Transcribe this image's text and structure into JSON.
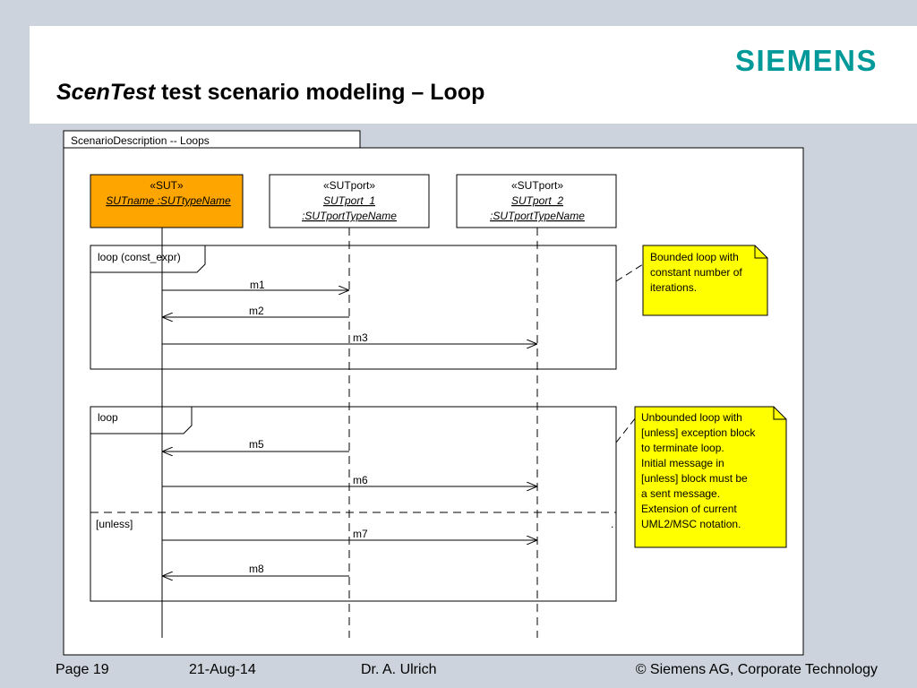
{
  "slide": {
    "title_italic": "ScenTest",
    "title_rest": " test scenario modeling – Loop",
    "logo": "SIEMENS"
  },
  "diagram": {
    "frame_label": "ScenarioDescription -- Loops",
    "lifelines": [
      {
        "stereotype": "«SUT»",
        "name": "SUTname :SUTtypeName",
        "name2": ""
      },
      {
        "stereotype": "«SUTport»",
        "name": "SUTport_1",
        "name2": ":SUTportTypeName"
      },
      {
        "stereotype": "«SUTport»",
        "name": "SUTport_2",
        "name2": ":SUTportTypeName"
      }
    ],
    "fragments": [
      {
        "label": "loop (const_expr)",
        "guard": ""
      },
      {
        "label": "loop",
        "guard": "[unless]"
      }
    ],
    "messages": [
      {
        "label": "m1"
      },
      {
        "label": "m2"
      },
      {
        "label": "m3"
      },
      {
        "label": "m5"
      },
      {
        "label": "m6"
      },
      {
        "label": "m7"
      },
      {
        "label": "m8"
      }
    ],
    "notes": [
      {
        "lines": [
          "Bounded loop with",
          "constant number of",
          "iterations."
        ]
      },
      {
        "lines": [
          "Unbounded loop with",
          "[unless] exception block",
          "to terminate loop.",
          "Initial message in",
          "[unless] block must be",
          "a sent message.",
          "Extension of current",
          "UML2/MSC notation."
        ]
      }
    ],
    "colors": {
      "sut_box": "#FFA500",
      "note": "#FFFF00"
    }
  },
  "footer": {
    "page": "Page 19",
    "date": "21-Aug-14",
    "author": "Dr. A. Ulrich",
    "copyright": "© Siemens AG, Corporate Technology"
  }
}
